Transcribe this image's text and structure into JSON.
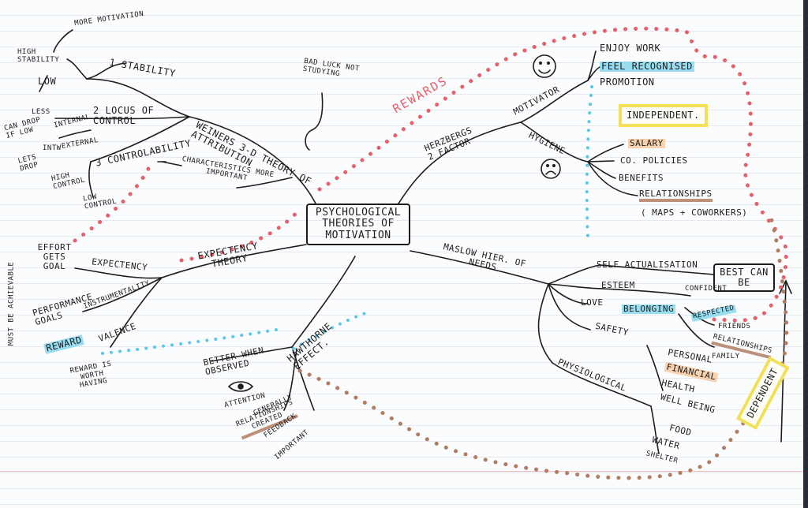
{
  "center": "PSYCHOLOGICAL THEORIES OF MOTIVATION",
  "weiner": {
    "branch": "WEINERS 3-D THEORY OF ATTRIBUTION",
    "stability": {
      "label": "1 STABILITY",
      "high": "HIGH STABILITY",
      "more_motivation": "MORE MOTIVATION",
      "low": "LOW",
      "less": "LESS",
      "can_drop": "CAN DROP IF LOW"
    },
    "locus": {
      "label": "2 LOCUS OF CONTROL",
      "internal": "INTERNAL",
      "external": "EXTERNAL",
      "lets_drop": "LETS DROP",
      "intw": "INTW"
    },
    "controllability": {
      "label": "3 CONTROLABILITY",
      "high_control": "HIGH CONTROL",
      "low_control": "LOW CONTROL"
    },
    "characteristics": "CHARACTERISTICS MORE IMPORTANT",
    "bad_luck": "BAD LUCK NOT STUDYING"
  },
  "rewards": "REWARDS",
  "expectancy": {
    "branch": "EXPECTENCY THEORY",
    "expectancy": "EXPECTENCY",
    "effort": "EFFORT GETS GOAL",
    "instrumentality": "INSTRUMENTALITY",
    "performance": "PERFORMANCE GOALS",
    "reward": "REWARD",
    "valence": "VALENCE",
    "reward_worth": "REWARD IS WORTH HAVING",
    "must_be": "MUST BE ACHIEVABLE"
  },
  "hawthorne": {
    "branch": "HAWTHORNE EFFECT.",
    "better": "BETTER WHEN OBSERVED",
    "attention": "ATTENTION",
    "generally": "GENERALLY",
    "relationships": "RELATIONSHIPS CREATED",
    "feedback": "FEEDBACK",
    "important": "IMPORTANT"
  },
  "herzberg": {
    "branch": "HERZBERGS 2 FACTOR",
    "motivator": "MOTIVATOR",
    "motivators": [
      "ENJOY WORK",
      "FEEL RECOGNISED",
      "PROMOTION"
    ],
    "hygiene": "HYGIENE",
    "hygiene_items": [
      "SALARY",
      "CO. POLICIES",
      "BENEFITS",
      "RELATIONSHIPS"
    ],
    "relationships_note": "( MAPS + COWORKERS)",
    "independent": "INDEPENDENT."
  },
  "maslow": {
    "branch": "MASLOW HIER. OF NEEDS",
    "self": "SELF ACTUALISATION",
    "best": "BEST CAN BE",
    "esteem": "ESTEEM",
    "confident": "CONFIDENT",
    "respected": "RESPECTED",
    "love": "LOVE",
    "belonging": "BELONGING",
    "friends": "FRIENDS",
    "relationships": "RELATIONSHIPS",
    "family": "FAMILY",
    "safety": "SAFETY",
    "personal": "PERSONAL",
    "financial": "FINANCIAL",
    "health": "HEALTH",
    "wellbeing": "WELL BEING",
    "physiological": "PHYSIOLOGICAL",
    "food": "FOOD",
    "water": "WATER",
    "shelter": "SHELTER",
    "dependent": "DEPENDENT"
  },
  "colors": {
    "ink": "#1d1d1d",
    "red_dots": "#e4606a",
    "blue_dots": "#5bc8e8",
    "brown_dots": "#b07c62",
    "highlight_blue": "#78d4eb",
    "highlight_orange": "#f8c496",
    "highlight_yellow": "#f2e05a"
  }
}
